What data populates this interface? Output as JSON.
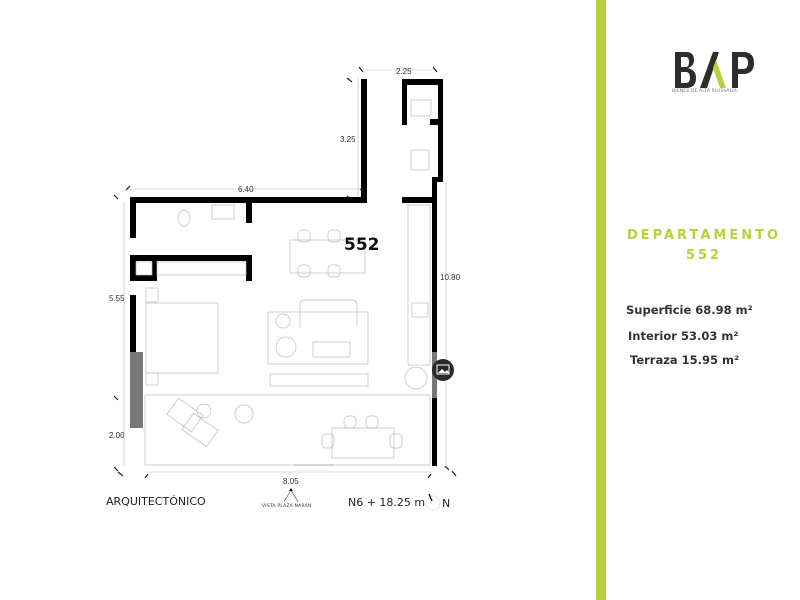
{
  "plan": {
    "unit_number": "552",
    "dimensions": [
      "2.25",
      "3.25",
      "6.40",
      "10.80",
      "5.55",
      "2.00",
      "8.05"
    ],
    "title": "ARQUITECTÓNICO",
    "view_label": "VISTA PLAZA NARÁN",
    "level": "N6 + 18.25 m",
    "north": "N",
    "gallery_icon": "image-icon"
  },
  "brand": {
    "logo_text": "BAP",
    "logo_subtitle": "BIENES DE ALTA PLUSVALÍA",
    "accent_color": "#b9cf3c",
    "dark_color": "#2b2d2f"
  },
  "info": {
    "title_line1": "DEPARTAMENTO",
    "title_line2": "552",
    "areas": [
      {
        "text": "Superficie 68.98 m²"
      },
      {
        "text": "Interior 53.03 m²"
      },
      {
        "text": "Terraza 15.95 m²"
      }
    ]
  }
}
